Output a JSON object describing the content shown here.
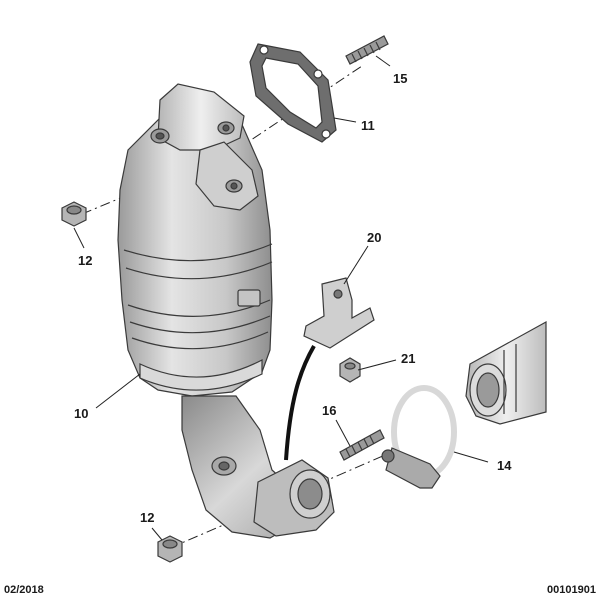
{
  "callouts": {
    "p10": "10",
    "p11": "11",
    "p12a": "12",
    "p12b": "12",
    "p14": "14",
    "p15": "15",
    "p16": "16",
    "p20": "20",
    "p21": "21"
  },
  "footer": {
    "date": "02/2018",
    "ref": "00101901"
  }
}
